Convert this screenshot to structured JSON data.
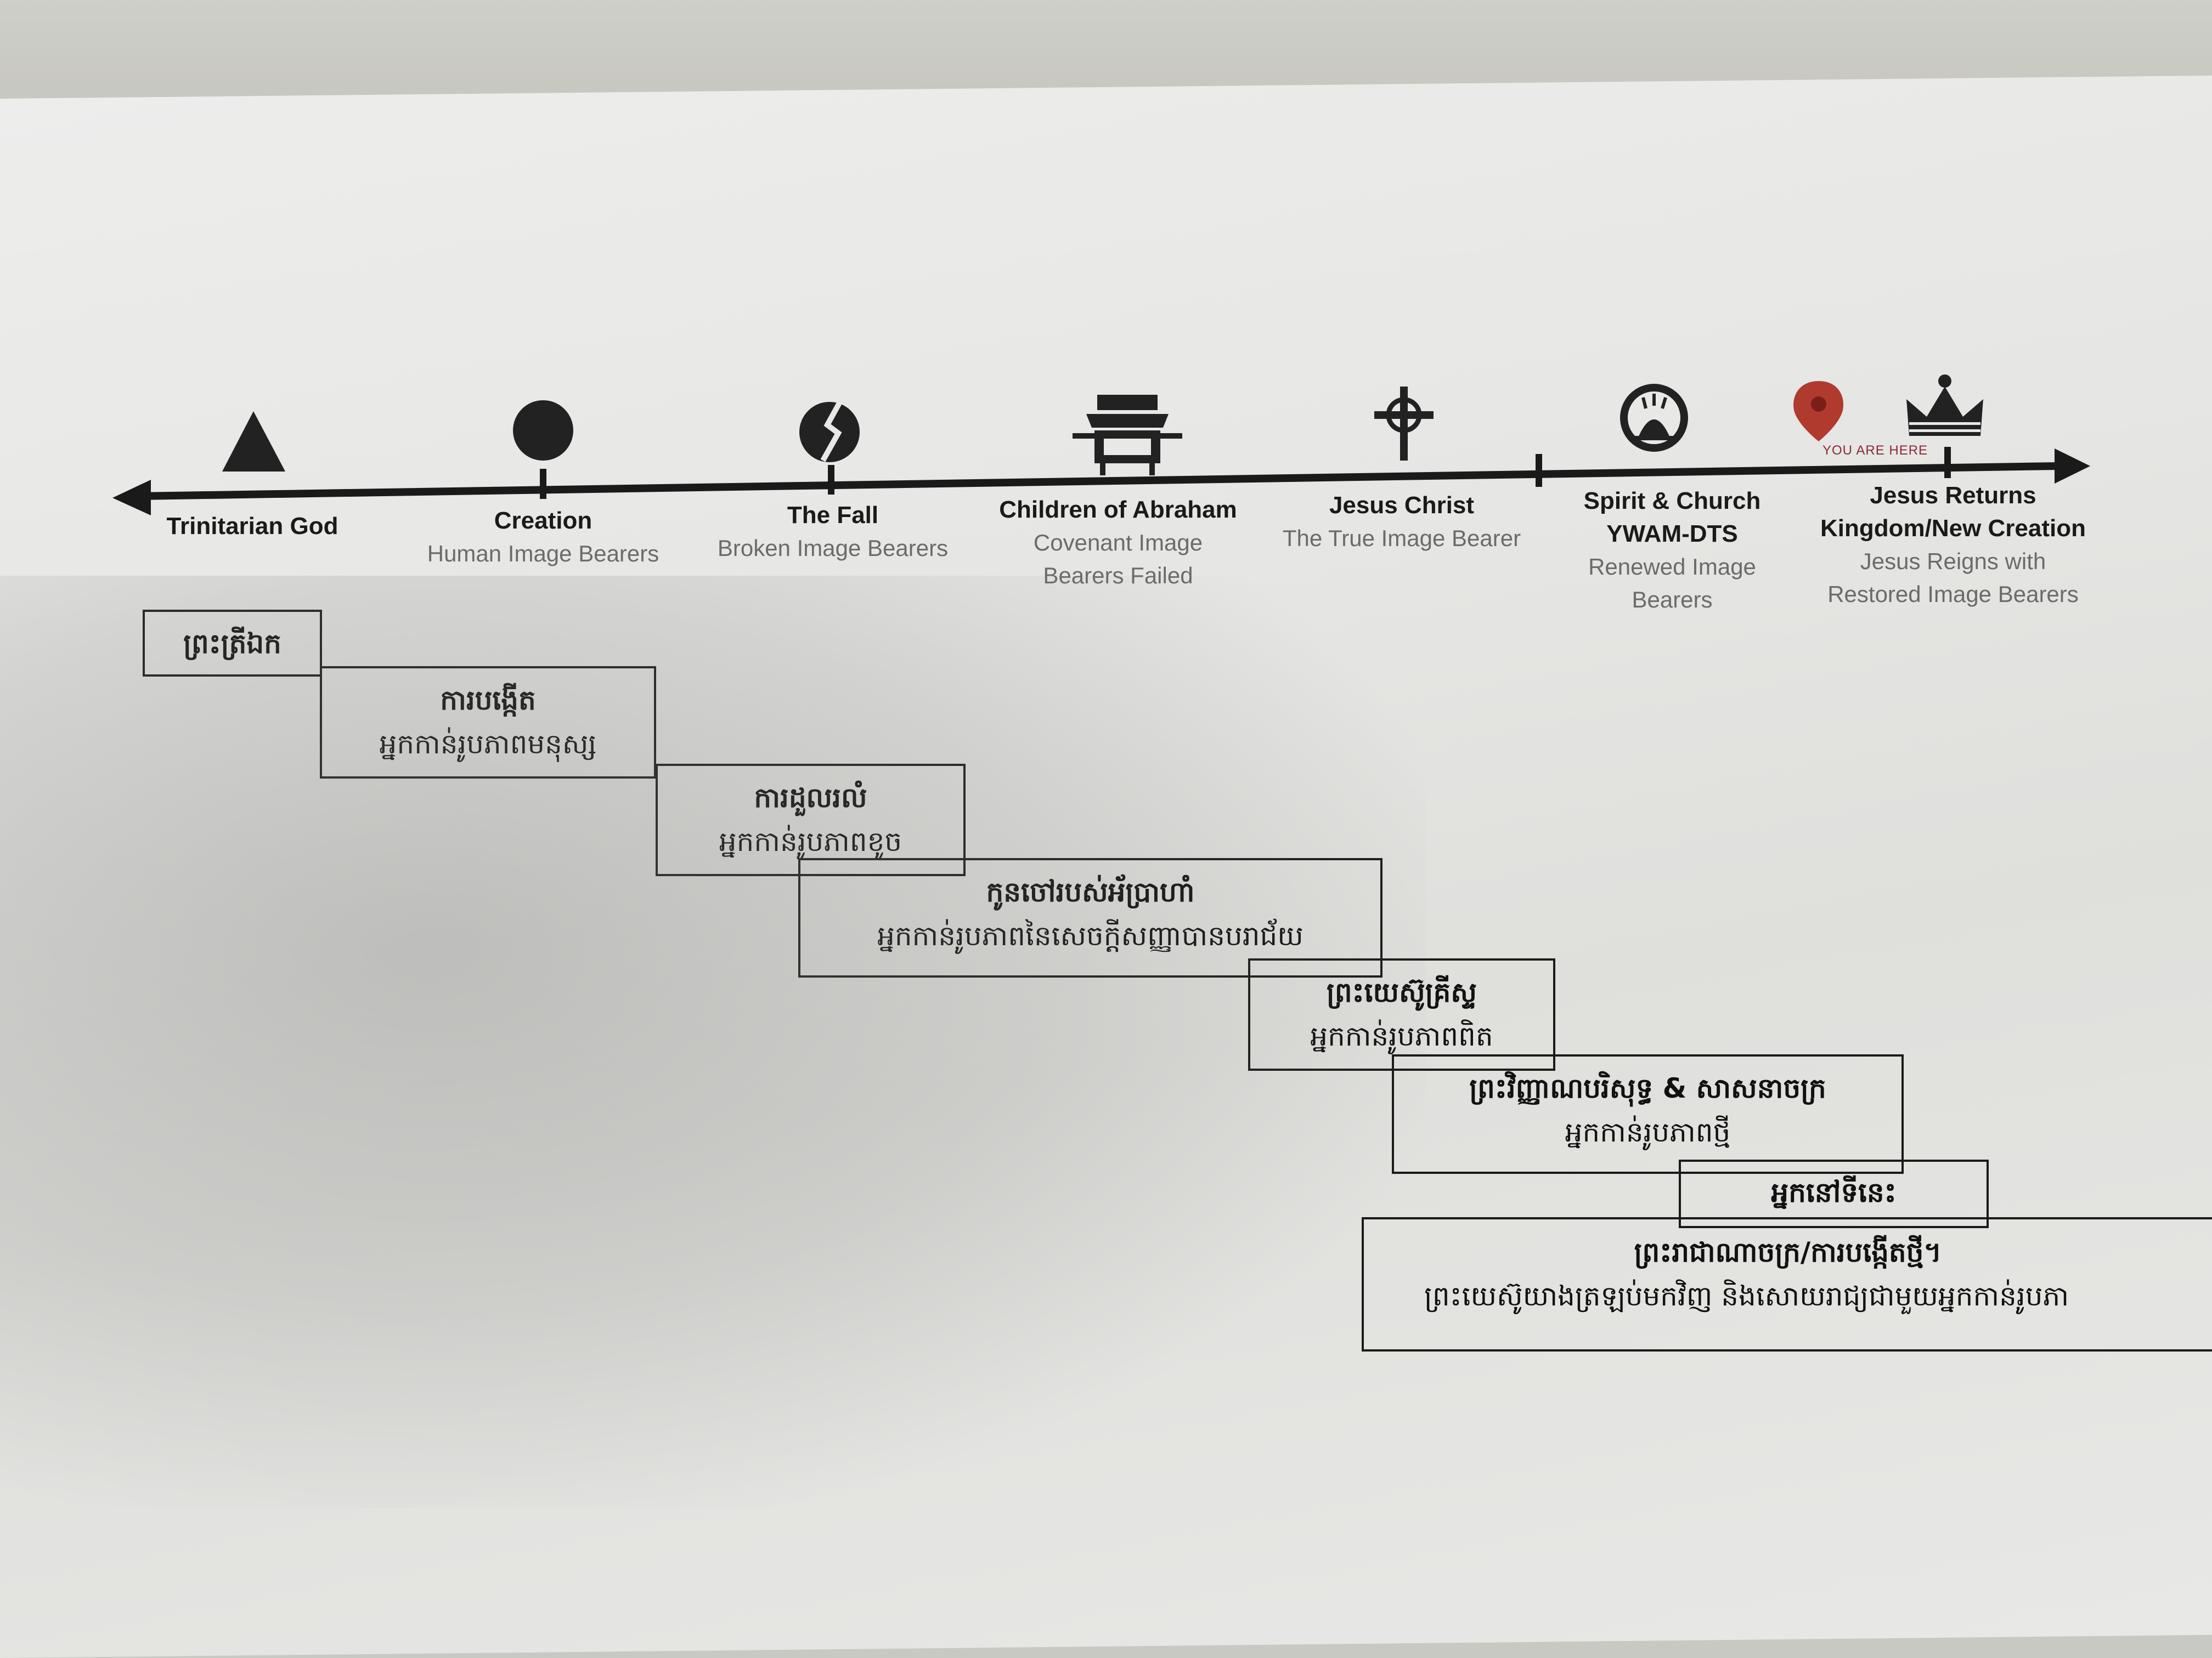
{
  "icons": [
    {
      "name": "triangle-icon"
    },
    {
      "name": "circle-icon"
    },
    {
      "name": "broken-circle-icon"
    },
    {
      "name": "ark-icon"
    },
    {
      "name": "cross-icon"
    },
    {
      "name": "spirit-flame-icon"
    },
    {
      "name": "location-pin-icon",
      "color": "#b03a2e"
    },
    {
      "name": "crown-icon"
    }
  ],
  "you_are_here": "YOU ARE HERE",
  "stages": [
    {
      "title": "Trinitarian God",
      "sub": ""
    },
    {
      "title": "Creation",
      "sub": "Human Image Bearers"
    },
    {
      "title": "The Fall",
      "sub": "Broken Image Bearers"
    },
    {
      "title": "Children of Abraham",
      "sub": "Covenant Image",
      "sub2": "Bearers Failed"
    },
    {
      "title": "Jesus Christ",
      "sub": "The True Image Bearer"
    },
    {
      "title": "Spirit & Church",
      "title2": "YWAM-DTS",
      "sub": "Renewed Image",
      "sub2": "Bearers"
    },
    {
      "title": "Jesus Returns",
      "title2": "Kingdom/New Creation",
      "sub": "Jesus Reigns with",
      "sub2": "Restored Image Bearers"
    }
  ],
  "khmer_boxes": [
    {
      "l1": "ព្រះត្រីឯក"
    },
    {
      "l1": "ការបង្កើត",
      "l2": "អ្នកកាន់រូបភាពមនុស្ស"
    },
    {
      "l1": "ការដួលរលំ",
      "l2": "អ្នកកាន់រូបភាពខូច"
    },
    {
      "l1": "កូនចៅរបស់អ័ប្រាហាំ",
      "l2": "អ្នកកាន់រូបភាពនៃសេចក្តីសញ្ញាបានបរាជ័យ"
    },
    {
      "l1": "ព្រះយេស៊ូគ្រីស្ទ",
      "l2": "អ្នកកាន់រូបភាពពិត"
    },
    {
      "l1": "ព្រះវិញ្ញាណបរិសុទ្ធ & សាសនាចក្រ",
      "l2": "អ្នកកាន់រូបភាពថ្មី"
    },
    {
      "l1": "អ្នកនៅទីនេះ"
    },
    {
      "l1": "ព្រះរាជាណាចក្រ/ការបង្កើតថ្មី។",
      "l2": "ព្រះយេស៊ូយាងត្រឡប់មកវិញ និងសោយរាជ្យជាមួយអ្នកកាន់រូបភា"
    }
  ]
}
